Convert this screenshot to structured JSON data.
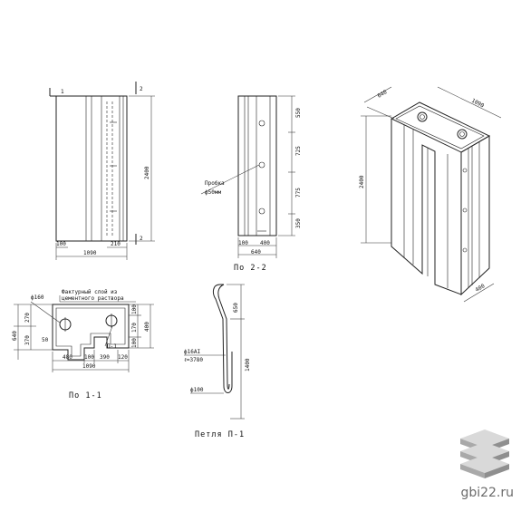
{
  "views": {
    "front": {
      "width_dim": "1090",
      "height_dim": "2400",
      "left_small_dim": "100",
      "right_small_dim": "210",
      "section_mark_top": "2",
      "section_mark_bottom": "2",
      "section_mark_left": "1"
    },
    "side": {
      "caption": "По 2-2",
      "width_dim": "640",
      "small_dim_1": "100",
      "small_dim_2": "400",
      "dims_right": [
        "550",
        "725",
        "775",
        "350"
      ],
      "plug_label_1": "Пробка",
      "plug_label_2": "ф50мм"
    },
    "section": {
      "caption": "По 1-1",
      "facing_label_1": "Фактурный слой из",
      "facing_label_2": "цементного раствора",
      "diameter_label": "ф160",
      "loop_mark": "П-1",
      "dim_left_total": "640",
      "dim_left_upper": "270",
      "dim_left_lower": "370",
      "dim_right_1": "100",
      "dim_right_2": "170",
      "dim_right_3": "100",
      "dim_right_total": "400",
      "small_dim": "50",
      "bottom_dims": [
        "480",
        "100",
        "390",
        "120"
      ],
      "total_width": "1090"
    },
    "loop": {
      "caption": "Петля П-1",
      "steel_label": "ф16АI",
      "length_label": "ℓ=3780",
      "top_dim": "650",
      "height_dim": "1400",
      "hook_label": "ф100"
    },
    "iso": {
      "dim_depth": "640",
      "dim_width": "1090",
      "dim_height": "2400",
      "dim_bottom": "400"
    }
  },
  "watermark": {
    "site": "gbi22.ru",
    "logo_icon": "stacked-slabs-icon"
  }
}
